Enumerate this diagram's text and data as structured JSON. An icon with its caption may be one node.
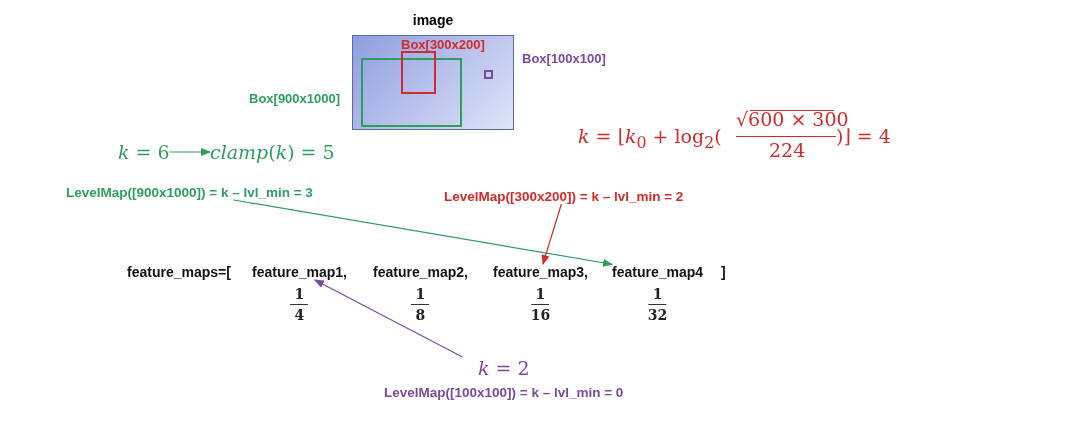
{
  "diagram": {
    "nodes": [
      {
        "text": [
          "image"
        ]
      },
      {
        "text": [
          "Box[900x1000]"
        ],
        "in": 0
      },
      {
        "text": [
          "Box[300x200]"
        ],
        "in": 0
      },
      {
        "text": [
          "Box[100x100]"
        ],
        "in": 0
      },
      {
        "text": [
          "*k* = 6"
        ]
      },
      {
        "text": [
          "*clamp*(*k*) = 5"
        ]
      },
      {
        "text": [
          "LevelMap([900x1000]) = k – lvl_min = 3"
        ]
      },
      {
        "text": [
          "LevelMap([300x200]) = k – lvl_min = 2"
        ]
      },
      {
        "text": [
          "feature_map1,"
        ],
        "beside": [
          "1",
          "4"
        ]
      },
      {
        "text": [
          "feature_map2,"
        ],
        "beside": [
          "1",
          "8"
        ]
      },
      {
        "text": [
          "feature_map3,"
        ],
        "beside": [
          "1",
          "16"
        ]
      },
      {
        "text": [
          "feature_map4"
        ],
        "beside": [
          "1",
          "32"
        ]
      },
      {
        "text": [
          "*k* = 2",
          "LevelMap([100x100]) = k – lvl_min = 0"
        ]
      }
    ],
    "edges": [
      {
        "from": 4,
        "to": 5,
        "arrow": "to",
        "color": "#2e9e5e"
      },
      {
        "from": 6,
        "to": 11,
        "arrow": "to",
        "color": "#2e9e5e"
      },
      {
        "from": 7,
        "to": 10,
        "arrow": "to",
        "color": "#d42a2a"
      },
      {
        "from": 12,
        "to": 8,
        "arrow": "to",
        "color": "#7a4a9e"
      }
    ],
    "labels": [
      "*k* = ⌊*k*$_{0}$ + log$_{2}$(",
      "√600 × 300",
      "224",
      ")⌋ = 4",
      "feature_maps=[",
      "]"
    ]
  }
}
